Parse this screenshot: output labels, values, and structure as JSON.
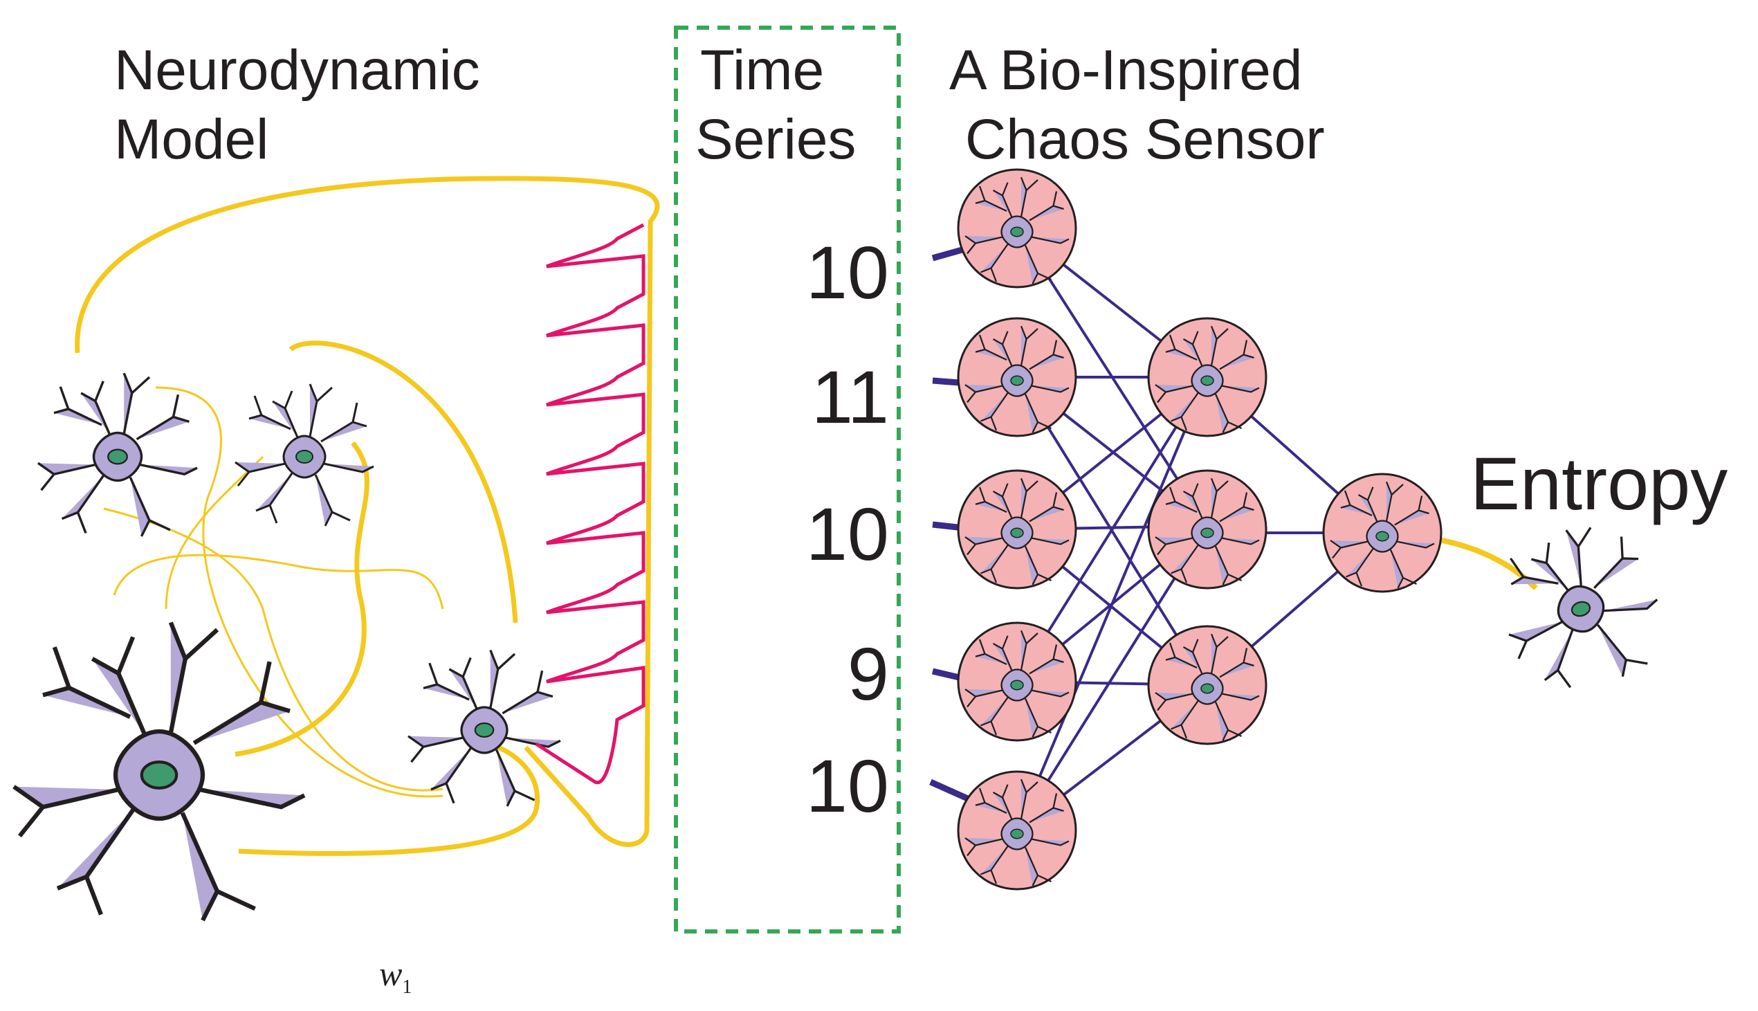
{
  "left_panel": {
    "title_line1": "Neurodynamic",
    "title_line2": "Model",
    "weight_label": "w",
    "weight_subscript": "1"
  },
  "middle_panel": {
    "title_line1": "Time",
    "title_line2": "Series",
    "values": [
      "10",
      "11",
      "10",
      "9",
      "10"
    ]
  },
  "right_panel": {
    "title_line1": "A Bio-Inspired",
    "title_line2": "Chaos Sensor",
    "output_label": "Entropy"
  },
  "colors": {
    "neuron_fill": "#b3a8d6",
    "nucleus": "#3f9a6e",
    "yellow_link": "#f4c81d",
    "spike_trace": "#e4136a",
    "net_node": "#f4b2b5",
    "net_edge": "#3a2a8a",
    "dashed_box": "#34a853"
  }
}
